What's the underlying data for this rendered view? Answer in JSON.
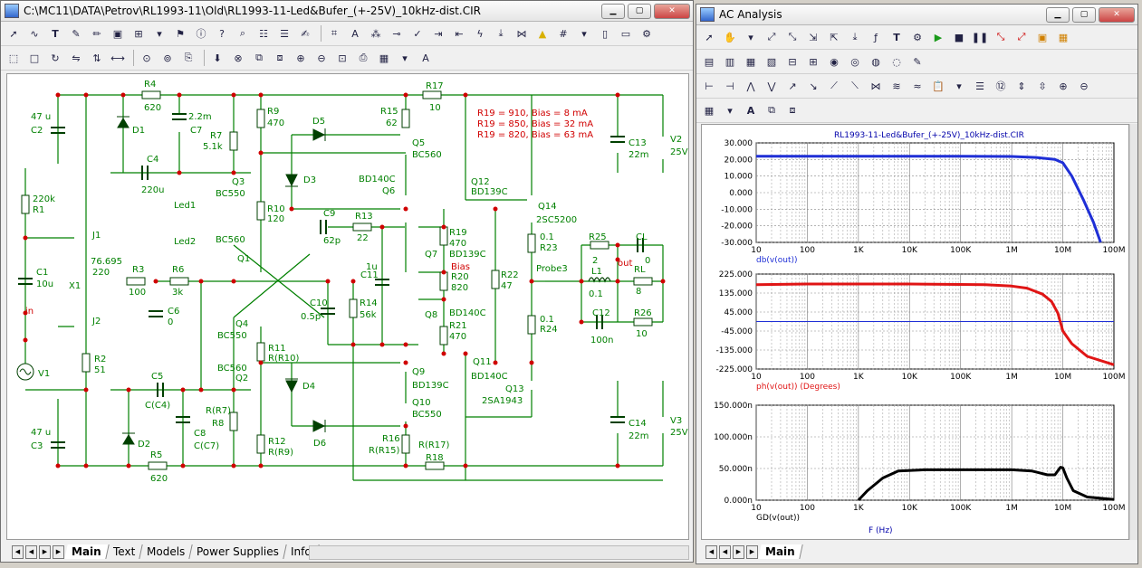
{
  "schematic": {
    "title": "C:\\MC11\\DATA\\Petrov\\RL1993-11\\Old\\RL1993-11-Led&Bufer_(+-25V)_10kHz-dist.CIR",
    "notes": [
      "R19 = 910, Bias = 8 mA",
      "R19 = 850, Bias = 32 mA",
      "R19 = 820, Bias = 63 mA"
    ],
    "tabs": [
      "Main",
      "Text",
      "Models",
      "Power Supplies",
      "Info"
    ],
    "labels": {
      "R4": "R4",
      "R4v": "620",
      "R17": "R17",
      "R17v": "10",
      "C2v": "47 u",
      "C2": "C2",
      "D1": "D1",
      "C7v": "2.2m",
      "C7": "C7",
      "R7": "R7",
      "R7v": "5.1k",
      "R9": "R9",
      "R9v": "470",
      "D5": "D5",
      "R15": "R15",
      "R15v": "62",
      "Q5": "Q5",
      "Q5m": "BC560",
      "C13": "C13",
      "C13v": "22m",
      "V2": "V2",
      "V2v": "25V",
      "R1v": "220k",
      "R1": "R1",
      "C4": "C4",
      "C4v": "220u",
      "Q3": "Q3",
      "Q3m": "BC550",
      "D3": "D3",
      "Q6m": "BD140C",
      "Q6": "Q6",
      "Q12": "Q12",
      "Q12m": "BD139C",
      "Q14": "Q14",
      "Q14m": "2SC5200",
      "Led1": "Led1",
      "Led2": "Led2",
      "R10": "R10",
      "R10v": "120",
      "C9": "C9",
      "R13": "R13",
      "C9v": "62p",
      "R13v": "22",
      "R19": "R19",
      "R19v": "470",
      "Q7m": "BD139C",
      "Q7": "Q7",
      "R23v": "0.1",
      "R23": "R23",
      "R25": "R25",
      "R25v": "2",
      "CL": "CL",
      "CLv": "0",
      "J1": "J1",
      "X1v": "76.695",
      "X1": "X1",
      "X1r": "220",
      "Q1m": "BC560",
      "Q1": "Q1",
      "C11v": "1u",
      "C11": "C11",
      "Bias": "Bias",
      "R20": "R20",
      "R20v": "820",
      "R22": "R22",
      "R22v": "47",
      "Probe3": "Probe3",
      "L1": "L1",
      "L1v": "0.1",
      "out": "out",
      "RL": "RL",
      "RLv": "8",
      "C1": "C1",
      "C1v": "10u",
      "R3": "R3",
      "R3v": "100",
      "R6": "R6",
      "R6v": "3k",
      "C6": "C6",
      "C6v": "0",
      "C10": "C10",
      "C10v": "0.5p",
      "R14": "R14",
      "R14v": "56k",
      "Q8": "Q8",
      "in": "in",
      "J2": "J2",
      "Q4": "Q4",
      "Q4m": "BC550",
      "Q8m": "BD140C",
      "R21": "R21",
      "R21v": "470",
      "R24v": "0.1",
      "R24": "R24",
      "C12": "C12",
      "C12v": "100n",
      "R26": "R26",
      "R26v": "10",
      "R2": "R2",
      "R2v": "51",
      "V1": "V1",
      "R11": "R11",
      "R11v": "R(R10)",
      "Q2m": "BC560",
      "Q2": "Q2",
      "C5": "C5",
      "C5v": "C(C4)",
      "Q9": "Q9",
      "Q9m": "BD139C",
      "Q11": "Q11",
      "Q11m": "BD140C",
      "Q13": "Q13",
      "Q13m": "2SA1943",
      "D4": "D4",
      "R7b": "R(R7)",
      "R8": "R8",
      "C8": "C8",
      "C8v": "C(C7)",
      "Q10": "Q10",
      "Q10m": "BC550",
      "C14": "C14",
      "C14v": "22m",
      "V3": "V3",
      "V3v": "25V",
      "C3v": "47 u",
      "C3": "C3",
      "D2": "D2",
      "R12": "R12",
      "R12v": "R(R9)",
      "D6": "D6",
      "R16": "R16",
      "R16v": "R(R15)",
      "R17b": "R(R17)",
      "R18": "R18",
      "R5": "R5",
      "R5v": "620"
    }
  },
  "analysis": {
    "title": "AC Analysis",
    "tabs": [
      "Main"
    ],
    "file_label": "RL1993-11-Led&Bufer_(+-25V)_10kHz-dist.CIR",
    "x_ticks": [
      "10",
      "100",
      "1K",
      "10K",
      "100K",
      "1M",
      "10M",
      "100M"
    ],
    "x_axis_label": "F (Hz)"
  },
  "chart_data": [
    {
      "type": "line",
      "ylabel": "db(v(out))",
      "xscale": "log",
      "xlim": [
        10,
        100000000
      ],
      "ylim": [
        -30,
        30
      ],
      "y_ticks": [
        "30.000",
        "20.000",
        "10.000",
        "0.000",
        "-10.000",
        "-20.000",
        "-30.000"
      ],
      "color": "#1f2fd6",
      "x": [
        10,
        1000,
        100000,
        1000000,
        3000000,
        7000000,
        10000000,
        15000000,
        25000000,
        40000000,
        55000000
      ],
      "y": [
        22,
        22,
        22,
        21.8,
        21.2,
        20,
        18,
        10,
        -4,
        -18,
        -30
      ]
    },
    {
      "type": "line",
      "ylabel": "ph(v(out)) (Degrees)",
      "xscale": "log",
      "xlim": [
        10,
        100000000
      ],
      "ylim": [
        -225,
        225
      ],
      "y_ticks": [
        "225.000",
        "135.000",
        "45.000",
        "-45.000",
        "-135.000",
        "-225.000"
      ],
      "hline": 0,
      "color": "#e01515",
      "x": [
        10,
        100,
        10000,
        300000,
        1000000,
        2000000,
        4000000,
        6000000,
        8000000,
        10000000,
        15000000,
        30000000,
        100000000
      ],
      "y": [
        175,
        178,
        178,
        175,
        168,
        158,
        130,
        95,
        40,
        -45,
        -105,
        -165,
        -205
      ]
    },
    {
      "type": "line",
      "ylabel": "GD(v(out))",
      "xscale": "log",
      "xlim": [
        10,
        100000000
      ],
      "ylim": [
        0,
        150
      ],
      "y_ticks": [
        "150.000n",
        "100.000n",
        "50.000n",
        "0.000n"
      ],
      "color": "#000000",
      "x": [
        1000,
        1500,
        3000,
        6000,
        20000,
        100000,
        300000,
        1000000,
        2500000,
        5000000,
        7000000,
        9000000,
        10000000,
        12000000,
        16000000,
        30000000,
        100000000
      ],
      "y": [
        0,
        15,
        35,
        46,
        48,
        48,
        48,
        48,
        46,
        40,
        40,
        52,
        51,
        35,
        15,
        5,
        1
      ]
    }
  ]
}
